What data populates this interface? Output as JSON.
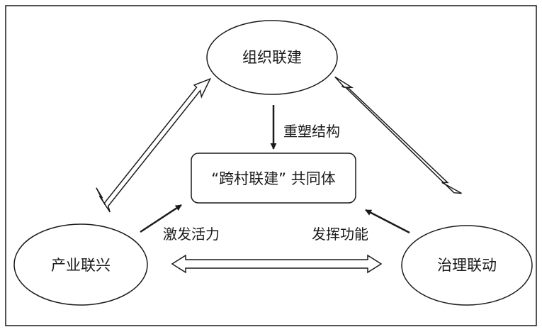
{
  "diagram": {
    "nodes": {
      "top": "组织联建",
      "center": "“跨村联建” 共同体",
      "left": "产业联兴",
      "right": "治理联动"
    },
    "edges": {
      "down": "重塑结构",
      "left": "激发活力",
      "right": "发挥功能"
    }
  },
  "colors": {
    "stroke": "#1a1a1a",
    "background": "#ffffff"
  }
}
